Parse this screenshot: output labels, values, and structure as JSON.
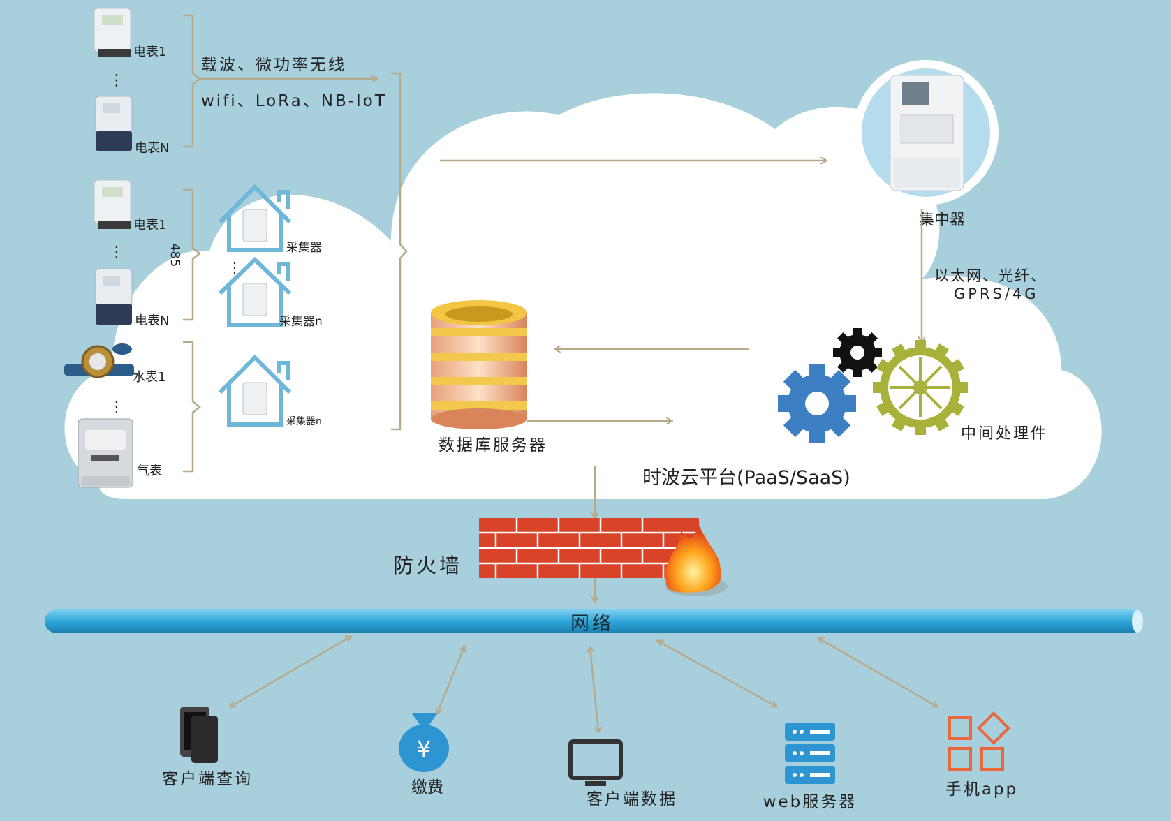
{
  "meters": {
    "elec1_a": "电表1",
    "elecN_a": "电表N",
    "elec1_b": "电表1",
    "elecN_b": "电表N",
    "water1": "水表1",
    "gas": "气表"
  },
  "links": {
    "wireless_line1": "载波、微功率无线",
    "wireless_line2": "wifi、LoRa、NB-IoT",
    "rs485": "485",
    "ethernet_line1": "以太网、光纤、",
    "ethernet_line2": "GPRS/4G"
  },
  "collectors": {
    "collector": "采集器",
    "collector_n1": "采集器n",
    "collector_n2": "采集器n"
  },
  "nodes": {
    "concentrator": "集中器",
    "database": "数据库服务器",
    "middleware": "中间处理件",
    "platform": "时波云平台(PaaS/SaaS)",
    "firewall": "防火墙",
    "network": "网络"
  },
  "clients": {
    "query": "客户端查询",
    "payment": "缴费",
    "payment_symbol": "¥",
    "data": "客户端数据",
    "web": "web服务器",
    "app": "手机app"
  },
  "colors": {
    "background": "#a7cfdc",
    "cloud": "#ffffff",
    "connector": "#b7a98a",
    "pipe": "#2fa6d8",
    "brick": "#d9432a",
    "gear_blue": "#3d7fc3",
    "gear_olive": "#a8b23a",
    "house": "#6fb7d8",
    "app_icon": "#e8673b"
  }
}
